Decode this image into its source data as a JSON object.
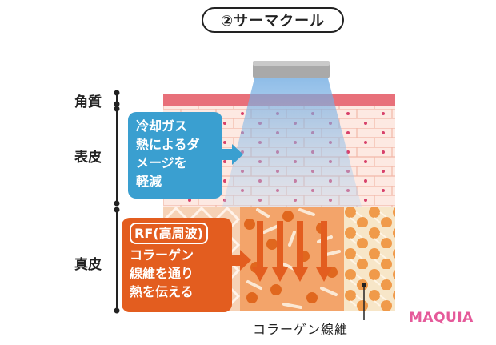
{
  "title": "②サーマクール",
  "layers": {
    "corneum": "角質",
    "epidermis": "表皮",
    "dermis": "真皮"
  },
  "blue_box": {
    "lines": [
      "冷却ガス",
      "熱によるダ",
      "メージを",
      "軽減"
    ]
  },
  "orange_box": {
    "title": "RF(高周波)",
    "lines": [
      "コラーゲン",
      "線維を通り",
      "熱を伝える"
    ]
  },
  "collagen_label": "コラーゲン線維",
  "logo": "MAQUIA",
  "colors": {
    "cooling": "#3a9fd0",
    "rf": "#e35d1f",
    "logo": "#e55a9a"
  }
}
